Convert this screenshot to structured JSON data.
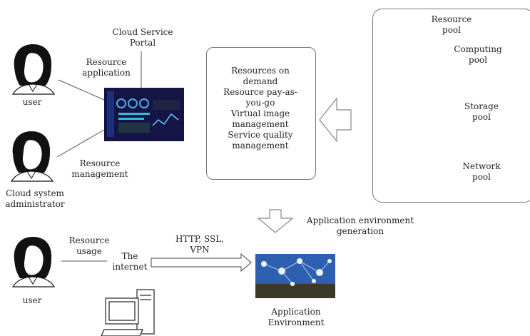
{
  "labels": {
    "user_top": "user",
    "admin": "Cloud system\nadministrator",
    "user_bottom": "user",
    "portal": "Cloud Service\nPortal",
    "resource_application": "Resource\napplication",
    "resource_management": "Resource\nmanagement",
    "resource_usage": "Resource\nusage",
    "the_internet": "The\ninternet",
    "protocols": "HTTP, SSL,\nVPN",
    "app_env_generation": "Application environment\ngeneration",
    "application_environment": "Application\nEnvironment",
    "center_box": "Resources on\ndemand\nResource pay-as-\nyou-go\nVirtual image\nmanagement\nService quality\nmanagement",
    "resource_pool": "Resource\npool",
    "computing_pool": "Computing\npool",
    "storage_pool": "Storage\npool",
    "network_pool": "Network\npool"
  },
  "colors": {
    "hair": "#111111",
    "skin": "#ffffff",
    "storage": "#e8d84a",
    "portal_bg": "#1a1a4a",
    "env_bg": "#2f5fb0"
  },
  "icons": [
    "person-icon",
    "portal-screen-icon",
    "server-icon",
    "storage-cylinders-icon",
    "globe-icon",
    "desktop-computer-icon"
  ]
}
